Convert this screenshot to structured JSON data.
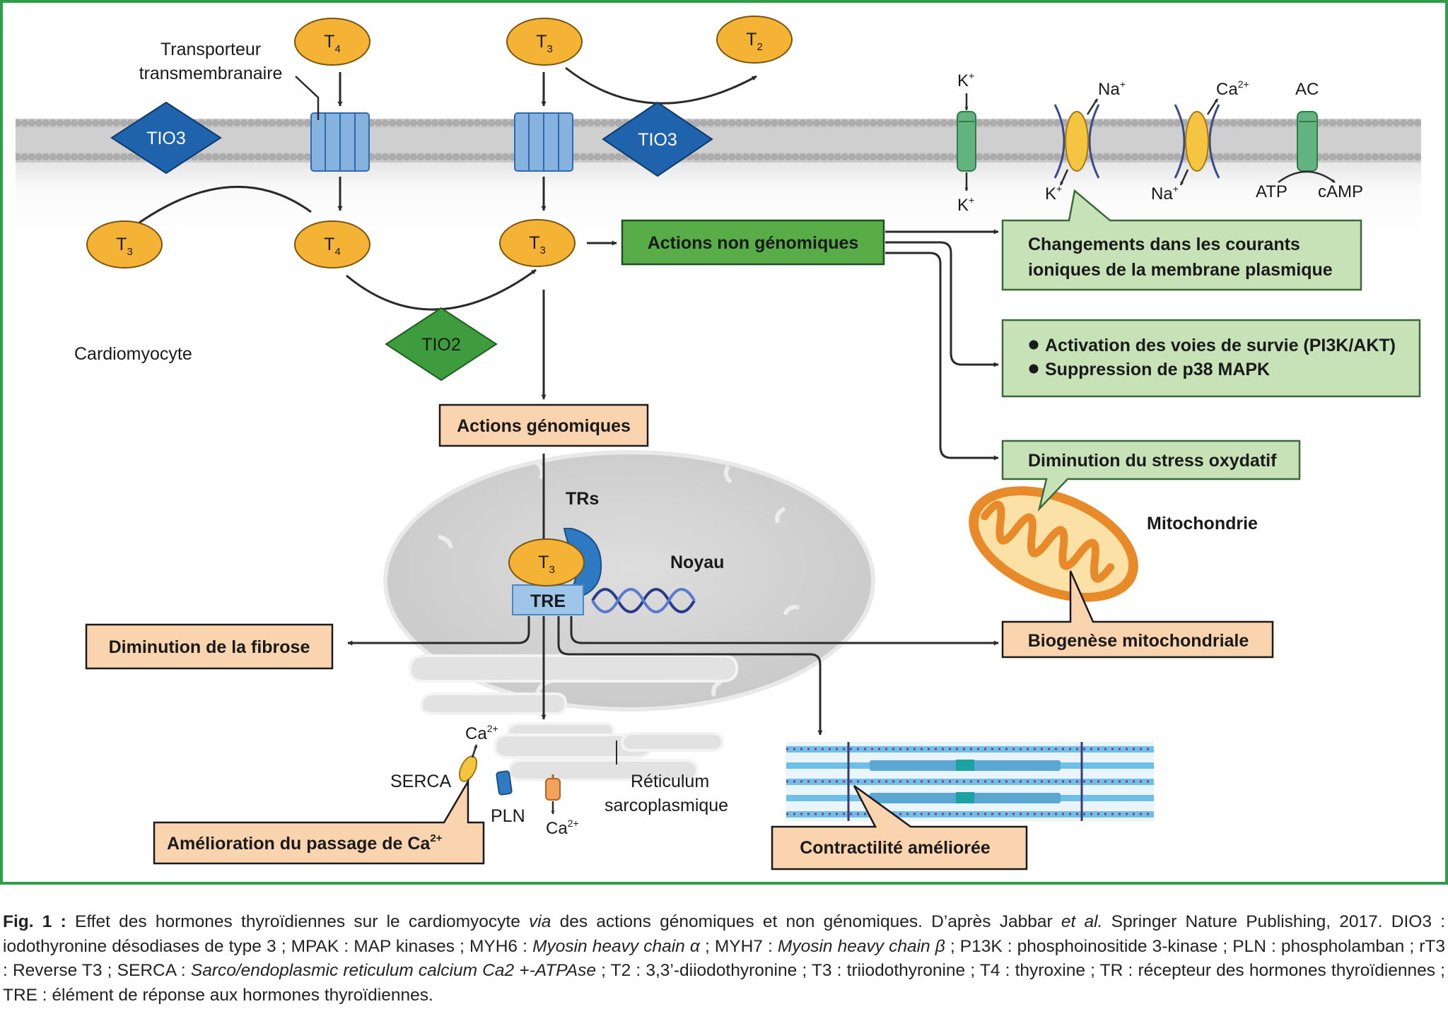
{
  "hormones": {
    "t4_outside": {
      "base": "T",
      "sub": "4"
    },
    "t3_outside": {
      "base": "T",
      "sub": "3"
    },
    "t2_outside": {
      "base": "T",
      "sub": "2"
    },
    "t3_left": {
      "base": "T",
      "sub": "3"
    },
    "t4_inside": {
      "base": "T",
      "sub": "4"
    },
    "t3_inside": {
      "base": "T",
      "sub": "3"
    },
    "t3_nucleus": {
      "base": "T",
      "sub": "3"
    }
  },
  "enzymes": {
    "tio3_left": "TIO3",
    "tio3_right": "TIO3",
    "tio2": "TIO2"
  },
  "labels": {
    "transporter_line1": "Transporteur",
    "transporter_line2": "transmembranaire",
    "cardiomyocyte": "Cardiomyocyte",
    "trs": "TRs",
    "noyau": "Noyau",
    "tre": "TRE",
    "mitochondrie": "Mitochondrie",
    "reticulum_line1": "Réticulum",
    "reticulum_line2": "sarcoplasmique",
    "serca": "SERCA",
    "pln": "PLN"
  },
  "ions": {
    "k_top": {
      "base": "K",
      "sup": "+"
    },
    "k_bottom": {
      "base": "K",
      "sup": "+"
    },
    "na_top": {
      "base": "Na",
      "sup": "+"
    },
    "k_left_bottom": {
      "base": "K",
      "sup": "+"
    },
    "ca_top": {
      "base": "Ca",
      "sup": "2+"
    },
    "na_bottom": {
      "base": "Na",
      "sup": "+"
    },
    "ac": "AC",
    "atp": "ATP",
    "camp": "cAMP",
    "ca_sr_top": {
      "base": "Ca",
      "sup": "2+"
    },
    "ca_sr_bottom": {
      "base": "Ca",
      "sup": "2+"
    }
  },
  "boxes": {
    "non_genomic": "Actions non génomiques",
    "ionic_line1": "Changements dans les courants",
    "ionic_line2": "ioniques de la membrane plasmique",
    "survival_line1": "Activation des voies de survie (PI3K/AKT)",
    "survival_line2": "Suppression de p38 MAPK",
    "oxidative": "Diminution du stress oxydatif",
    "genomic": "Actions génomiques",
    "fibrose": "Diminution de la fibrose",
    "biogenese": "Biogenèse mitochondriale",
    "calcium": {
      "base": "Amélioration du passage de Ca",
      "sup": "2+"
    },
    "contractilite": "Contractilité améliorée"
  },
  "caption": {
    "fig": "Fig. 1 :",
    "t1": " Effet des hormones thyroïdiennes sur le cardiomyocyte ",
    "i1": "via",
    "t2": " des actions génomiques et non génomiques. D’après Jabbar ",
    "i2": "et al.",
    "t3": " Springer Nature Publishing, 2017. DIO3 : iodothyronine désodiases de type 3 ; MPAK : MAP kinases ; MYH6 : ",
    "i3": "Myosin heavy chain α",
    "t4": " ; MYH7 : ",
    "i4": "Myosin heavy chain β",
    "t5": " ; P13K : phosphoinositide 3-kinase ; PLN : phospholamban ; rT3 : Reverse T3 ; SERCA : ",
    "i5": "Sarco/endoplasmic reticulum calcium Ca2 +-ATPAse",
    "t6": " ; T2 : 3,3’-diiodothyronine ; T3 : triiodothyronine ; T4 : thyroxine ; TR : récepteur des hormones thyroïdiennes ; TRE : élément de réponse aux hormones thyroïdiennes."
  },
  "colors": {
    "frame_green": "#2e9e48",
    "hormone_fill": "#f5b335",
    "enzyme_blue": "#1f63ad",
    "enzyme_green": "#3e9c3e",
    "green_box": "#59ad48",
    "light_green_box": "#c6e2b6",
    "salmon_box": "#fad3af",
    "membrane": "#b4b4b4",
    "transporter": "#86b2de"
  }
}
